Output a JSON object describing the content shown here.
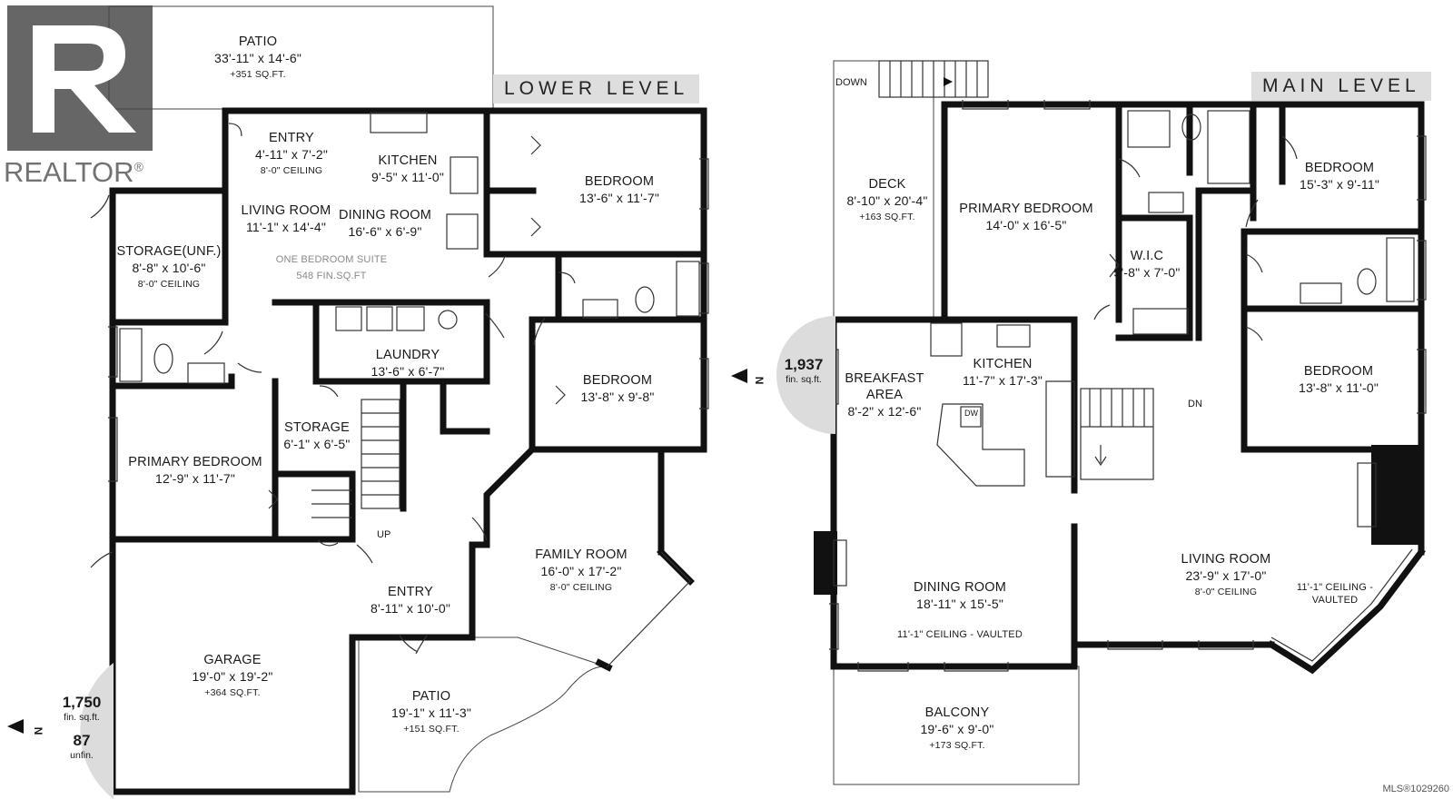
{
  "watermark": {
    "brand": "REALTOR",
    "mark": "®"
  },
  "mls_id": "MLS®1029260",
  "lower_level": {
    "tag": "LOWER LEVEL",
    "area_badge": {
      "area": "1,750",
      "area_unit": "fin. sq.ft.",
      "unfinished": "87",
      "unfinished_unit": "unfin.",
      "north": "N"
    },
    "rooms": [
      {
        "key": "patio_top",
        "name": "PATIO",
        "dims": "33'-11\" x 14'-6\"",
        "extra": "+351 SQ.FT."
      },
      {
        "key": "entry_top",
        "name": "ENTRY",
        "dims": "4'-11\" x 7'-2\"",
        "extra": "8'-0\" CEILING"
      },
      {
        "key": "kitchen",
        "name": "KITCHEN",
        "dims": "9'-5\" x 11'-0\"",
        "extra": ""
      },
      {
        "key": "bedroom1",
        "name": "BEDROOM",
        "dims": "13'-6\" x 11'-7\"",
        "extra": ""
      },
      {
        "key": "living",
        "name": "LIVING ROOM",
        "dims": "11'-1\" x 14'-4\"",
        "extra": ""
      },
      {
        "key": "dining",
        "name": "DINING ROOM",
        "dims": "16'-6\" x 6'-9\"",
        "extra": ""
      },
      {
        "key": "storage_unf",
        "name": "STORAGE(UNF.)",
        "dims": "8'-8\" x 10'-6\"",
        "extra": "8'-0\" CEILING"
      },
      {
        "key": "laundry",
        "name": "LAUNDRY",
        "dims": "13'-6\" x 6'-7\"",
        "extra": ""
      },
      {
        "key": "bedroom2",
        "name": "BEDROOM",
        "dims": "13'-8\" x 9'-8\"",
        "extra": ""
      },
      {
        "key": "storage",
        "name": "STORAGE",
        "dims": "6'-1\" x 6'-5\"",
        "extra": ""
      },
      {
        "key": "primary",
        "name": "PRIMARY BEDROOM",
        "dims": "12'-9\" x 11'-7\"",
        "extra": ""
      },
      {
        "key": "family",
        "name": "FAMILY ROOM",
        "dims": "16'-0\" x 17'-2\"",
        "extra": "8'-0\" CEILING"
      },
      {
        "key": "entry_main",
        "name": "ENTRY",
        "dims": "8'-11\" x 10'-0\"",
        "extra": ""
      },
      {
        "key": "garage",
        "name": "GARAGE",
        "dims": "19'-0\" x 19'-2\"",
        "extra": "+364 SQ.FT."
      },
      {
        "key": "patio_bottom",
        "name": "PATIO",
        "dims": "19'-1\" x 11'-3\"",
        "extra": "+151 SQ.FT."
      }
    ],
    "suite_note": {
      "line1": "ONE BEDROOM SUITE",
      "line2": "548 FIN.SQ.FT"
    },
    "stair_label": "UP"
  },
  "main_level": {
    "tag": "MAIN LEVEL",
    "area_badge": {
      "area": "1,937",
      "area_unit": "fin. sq.ft.",
      "north": "N"
    },
    "rooms": [
      {
        "key": "deck",
        "name": "DECK",
        "dims": "8'-10\" x 20'-4\"",
        "extra": "+163 SQ.FT."
      },
      {
        "key": "primary",
        "name": "PRIMARY BEDROOM",
        "dims": "14'-0\" x 16'-5\"",
        "extra": ""
      },
      {
        "key": "bedroom1",
        "name": "BEDROOM",
        "dims": "15'-3\" x 9'-11\"",
        "extra": ""
      },
      {
        "key": "wic",
        "name": "W.I.C",
        "dims": "5'-8\" x 7'-0\"",
        "extra": ""
      },
      {
        "key": "breakfast",
        "name": "BREAKFAST",
        "dims": "AREA",
        "extra": "8'-2\" x 12'-6\""
      },
      {
        "key": "kitchen",
        "name": "KITCHEN",
        "dims": "11'-7\" x 17'-3\"",
        "extra": ""
      },
      {
        "key": "bedroom2",
        "name": "BEDROOM",
        "dims": "13'-8\" x 11'-0\"",
        "extra": ""
      },
      {
        "key": "dining",
        "name": "DINING ROOM",
        "dims": "18'-11\" x 15'-5\"",
        "extra": ""
      },
      {
        "key": "living",
        "name": "LIVING ROOM",
        "dims": "23'-9\" x 17'-0\"",
        "extra": "8'-0\" CEILING"
      },
      {
        "key": "balcony",
        "name": "BALCONY",
        "dims": "19'-6\" x 9'-0\"",
        "extra": "+173 SQ.FT."
      }
    ],
    "notes": {
      "dining_ceiling": "11'-1\" CEILING - VAULTED",
      "living_ceiling_1": "11'-1\" CEILING -",
      "living_ceiling_2": "VAULTED"
    },
    "stair_down_top": "DOWN",
    "stair_dn": "DN",
    "appliance": "DW"
  }
}
